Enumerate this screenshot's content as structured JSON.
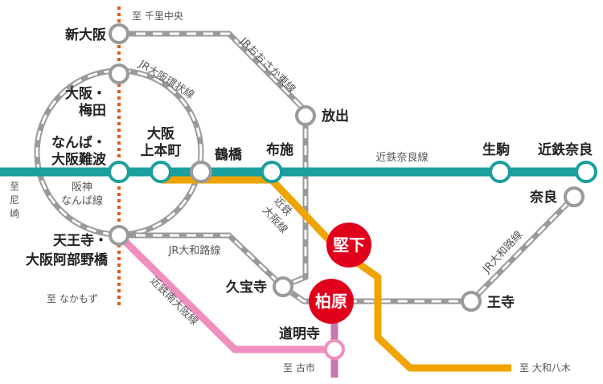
{
  "stations": {
    "shin_osaka": "新大阪",
    "osaka_umeda": [
      "大阪・",
      "梅田"
    ],
    "namba": [
      "なんば・",
      "大阪難波"
    ],
    "uehommachi": [
      "大阪",
      "上本町"
    ],
    "tsuruhashi": "鶴橋",
    "fuse": "布施",
    "hanaten": "放出",
    "ikoma": "生駒",
    "kintetsu_nara": "近鉄奈良",
    "nara": "奈良",
    "tennoji": [
      "天王寺・",
      "大阪阿部野橋"
    ],
    "kyuhoji": "久宝寺",
    "domyoji": "道明寺",
    "oji": "王寺",
    "katashimo": "堅下",
    "kashiwara": "柏原"
  },
  "lines": {
    "jr_osaka_higashi": "JRおおさか東線",
    "jr_loop": "JR大阪環状線",
    "kintetsu_nara": "近鉄奈良線",
    "hanshin_namba": [
      "阪神",
      "なんば線"
    ],
    "kintetsu_osaka": [
      "近鉄",
      "大阪線"
    ],
    "jr_yamatoji": "JR大和路線",
    "kintetsu_minami_osaka": "近鉄南大阪線"
  },
  "directions": {
    "senri_chuo": "至 千里中央",
    "amagasaki": [
      "至",
      "尼",
      "崎"
    ],
    "nakamozu": "至 なかもず",
    "furuichi": "至 古市",
    "yamato_yagi": "至 大和八木"
  },
  "colors": {
    "kintetsu_nara_line": "#1a9e9e",
    "kintetsu_osaka_line": "#f0a400",
    "minami_osaka_line": "#f08fbf",
    "subway_midosuji": "#e05a1a",
    "jr_lines": "#9a9a9a",
    "highlight_station": "#e0001b",
    "kashiwara_branch": "#c877b0"
  }
}
